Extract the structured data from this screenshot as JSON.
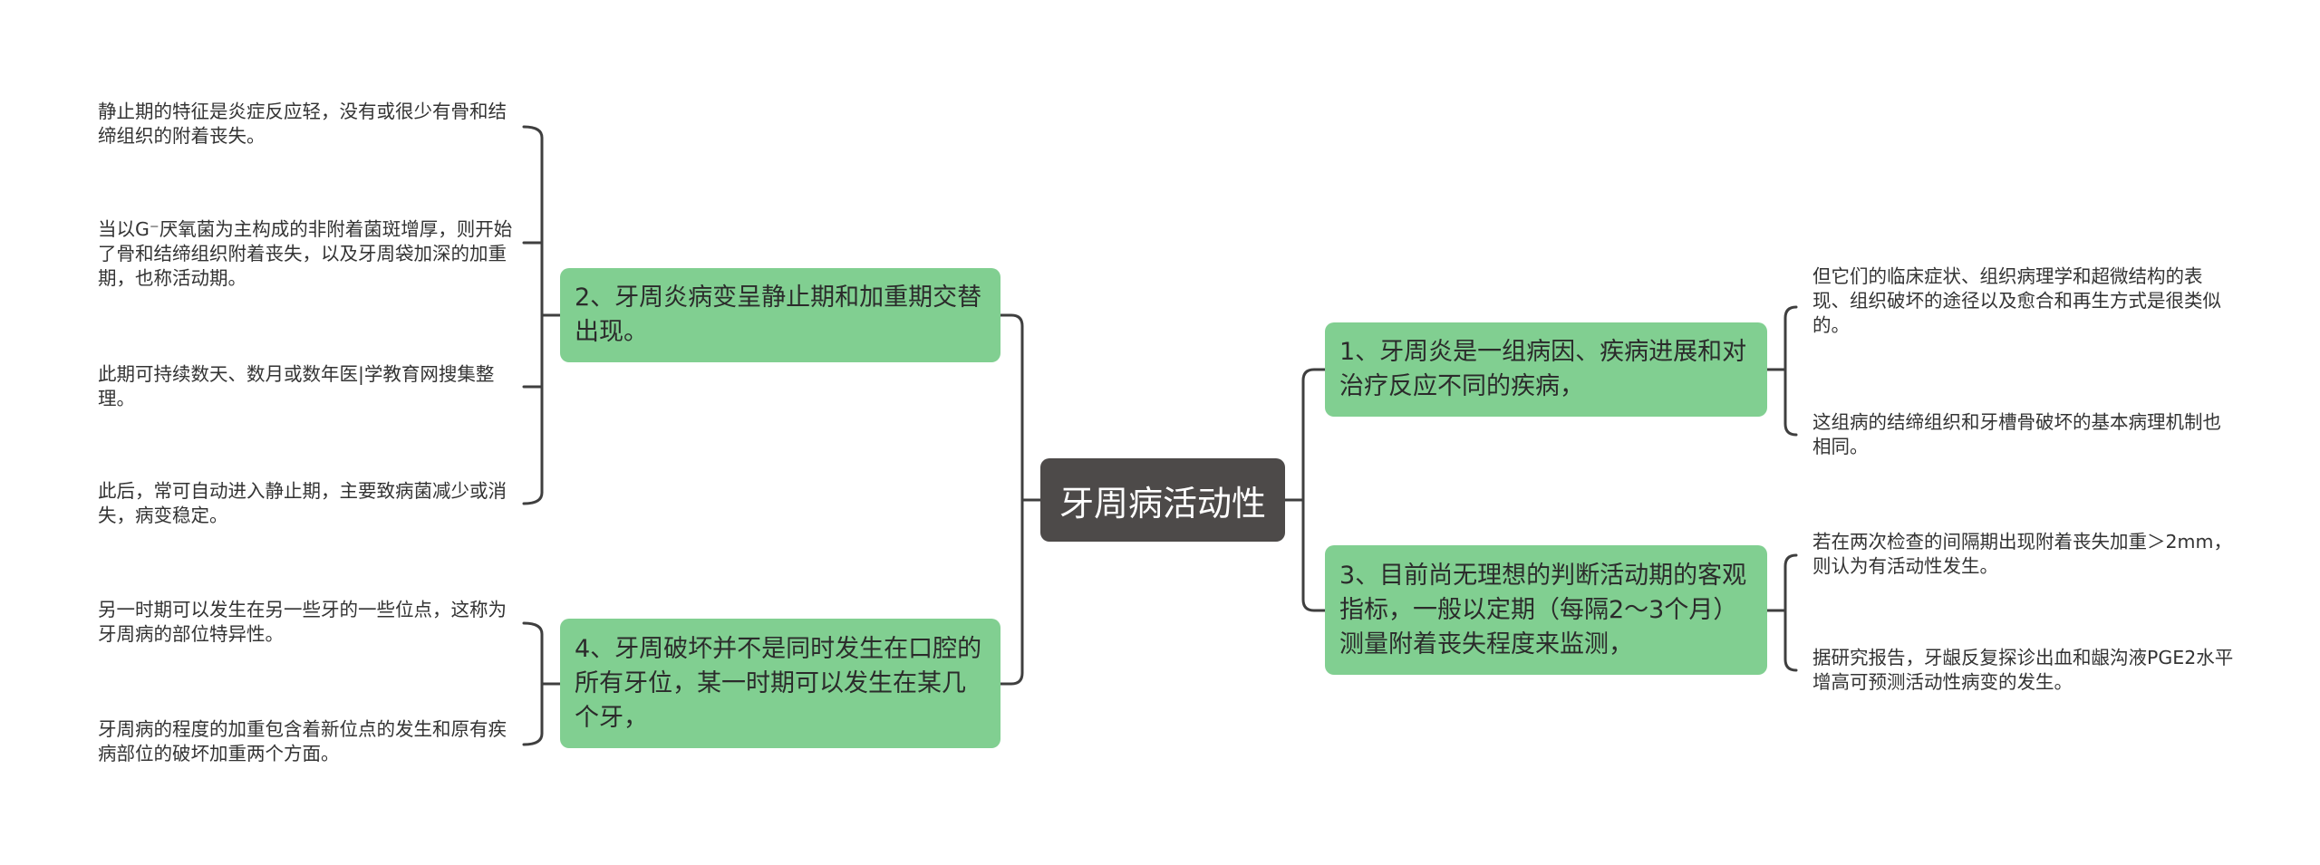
{
  "root": {
    "label": "牙周病活动性"
  },
  "left": [
    {
      "label": "2、牙周炎病变呈静止期和加重期交替出现。",
      "leaves": [
        "静止期的特征是炎症反应轻，没有或很少有骨和结缔组织的附着丧失。",
        "当以G⁻厌氧菌为主构成的非附着菌斑增厚，则开始了骨和结缔组织附着丧失，以及牙周袋加深的加重期，也称活动期。",
        "此期可持续数天、数月或数年医|学教育网搜集整理。",
        "此后，常可自动进入静止期，主要致病菌减少或消失，病变稳定。"
      ]
    },
    {
      "label": "4、牙周破坏并不是同时发生在口腔的所有牙位，某一时期可以发生在某几个牙，",
      "leaves": [
        "另一时期可以发生在另一些牙的一些位点，这称为牙周病的部位特异性。",
        "牙周病的程度的加重包含着新位点的发生和原有疾病部位的破坏加重两个方面。"
      ]
    }
  ],
  "right": [
    {
      "label": "1、牙周炎是一组病因、疾病进展和对治疗反应不同的疾病，",
      "leaves": [
        "但它们的临床症状、组织病理学和超微结构的表现、组织破坏的途径以及愈合和再生方式是很类似的。",
        "这组病的结缔组织和牙槽骨破坏的基本病理机制也相同。"
      ]
    },
    {
      "label": "3、目前尚无理想的判断活动期的客观指标，一般以定期（每隔2～3个月）测量附着丧失程度来监测，",
      "leaves": [
        "若在两次检查的间隔期出现附着丧失加重＞2mm，则认为有活动性发生。",
        "据研究报告，牙龈反复探诊出血和龈沟液PGE2水平增高可预测活动性病变的发生。"
      ]
    }
  ],
  "colors": {
    "root": "#4d4a49",
    "branch": "#81cf91",
    "line": "#3f3f3f"
  }
}
